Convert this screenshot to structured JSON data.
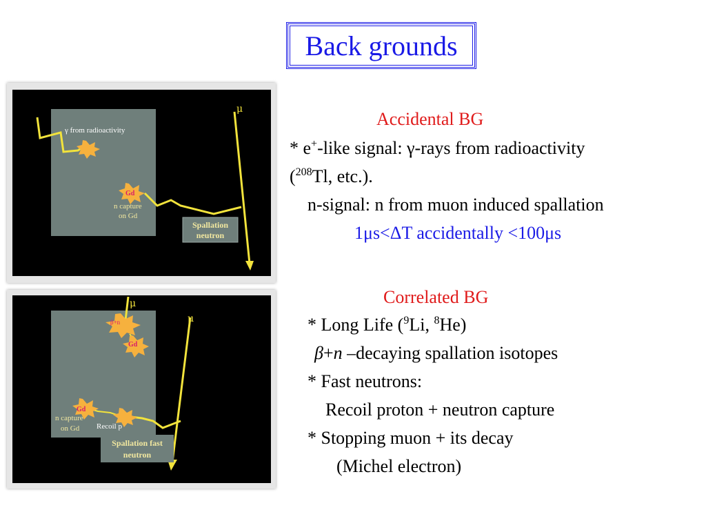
{
  "title": "Back grounds",
  "top_figure": {
    "mu_label": "μ",
    "gamma_label": "γ from radioactivity",
    "gd_label": "Gd",
    "capture_line1": "n capture",
    "capture_line2": "on Gd",
    "spall_line1": "Spallation",
    "spall_line2": "neutron"
  },
  "bottom_figure": {
    "mu_label_1": "μ",
    "mu_label_2": "μ",
    "beta_n_label": "β+n",
    "gd_label_1": "Gd",
    "gd_label_2": "Gd",
    "capture_line1": "n capture",
    "capture_line2": "on Gd",
    "recoil_label": "Recoil  p",
    "spall_line1": "Spallation fast",
    "spall_line2": "neutron"
  },
  "accidental": {
    "heading": "Accidental BG",
    "line1_prefix": "* e",
    "line1_sup": "+",
    "line1_rest": "-like signal: γ-rays from radioactivity",
    "line2_open": "(",
    "line2_sup": "208",
    "line2_rest": "Tl, etc.).",
    "line3": "n-signal: n from muon induced spallation",
    "line4": "1μs<ΔT accidentally <100μs"
  },
  "correlated": {
    "heading": "Correlated BG",
    "line1_a": "* Long Life (",
    "line1_sup1": "9",
    "line1_b": "Li, ",
    "line1_sup2": "8",
    "line1_c": "He)",
    "line2_beta": "β",
    "line2_plus": "+",
    "line2_n": "n",
    "line2_rest": " –decaying spallation isotopes",
    "line3": "* Fast neutrons:",
    "line4": "Recoil proton + neutron capture",
    "line5": "* Stopping muon + its decay",
    "line6": "(Michel electron)"
  },
  "colors": {
    "title": "#1a1ae6",
    "heading": "#e01b1b",
    "track": "#f2e33c",
    "star": "#f6b13e",
    "detector": "#6f7f7b",
    "label_box": "#6f7f7b",
    "label_text": "#f2e8a0"
  }
}
